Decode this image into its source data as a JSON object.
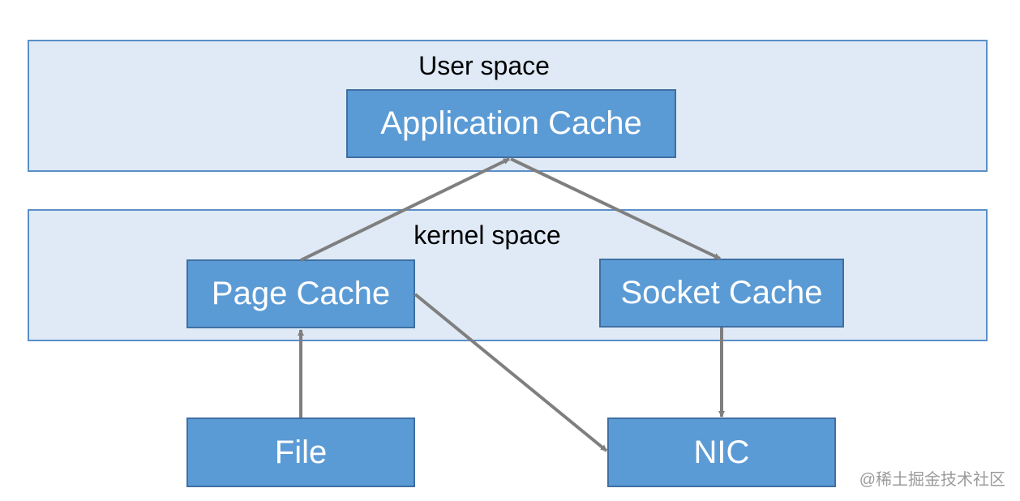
{
  "regions": {
    "user_space": "User space",
    "kernel_space": "kernel space"
  },
  "nodes": {
    "application_cache": "Application Cache",
    "page_cache": "Page Cache",
    "socket_cache": "Socket Cache",
    "file": "File",
    "nic": "NIC"
  },
  "edges": [
    {
      "from": "page_cache",
      "to": "application_cache"
    },
    {
      "from": "application_cache",
      "to": "socket_cache"
    },
    {
      "from": "file",
      "to": "page_cache"
    },
    {
      "from": "page_cache",
      "to": "nic"
    },
    {
      "from": "socket_cache",
      "to": "nic"
    }
  ],
  "colors": {
    "region_fill": "#dfeaf6",
    "region_border": "#5b8fc9",
    "node_fill": "#5b9bd5",
    "node_border": "#3f6fa3",
    "edge": "#7f7f7f"
  },
  "watermark": "@稀土掘金技术社区"
}
